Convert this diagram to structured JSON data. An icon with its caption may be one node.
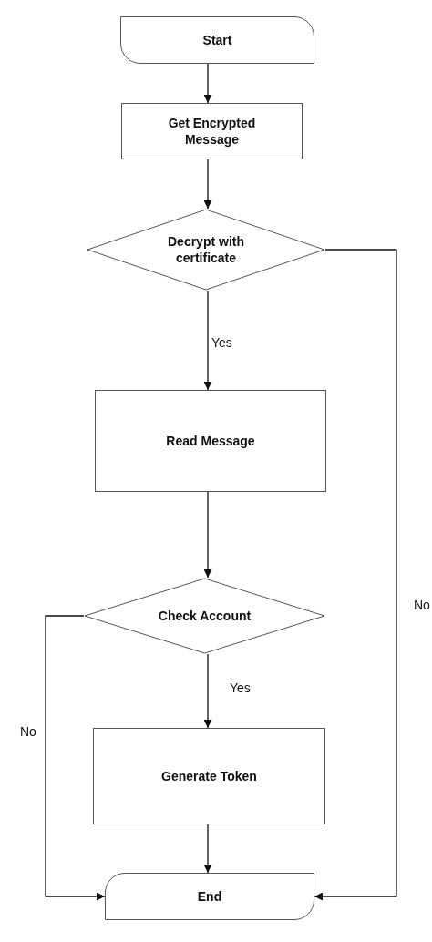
{
  "diagram": {
    "nodes": [
      {
        "text": [
          "Start"
        ]
      },
      {
        "text": [
          "Get Encrypted Message"
        ]
      },
      {
        "text": [
          "Decrypt with certificate"
        ]
      },
      {
        "text": [
          "Read Message"
        ]
      },
      {
        "text": [
          "Check Account"
        ]
      },
      {
        "text": [
          "Generate Token"
        ]
      },
      {
        "text": [
          "End"
        ]
      }
    ],
    "edges": [
      {
        "from": 0,
        "to": 1,
        "arrow": "to"
      },
      {
        "from": 1,
        "to": 2,
        "arrow": "to"
      },
      {
        "from": 2,
        "to": 3,
        "arrow": "to",
        "label": "Yes"
      },
      {
        "from": 3,
        "to": 4,
        "arrow": "to"
      },
      {
        "from": 4,
        "to": 5,
        "arrow": "to",
        "label": "Yes"
      },
      {
        "from": 5,
        "to": 6,
        "arrow": "to"
      },
      {
        "from": 2,
        "to": 6,
        "arrow": "to",
        "label": "No"
      },
      {
        "from": 4,
        "to": 6,
        "arrow": "to",
        "label": "No"
      }
    ]
  }
}
